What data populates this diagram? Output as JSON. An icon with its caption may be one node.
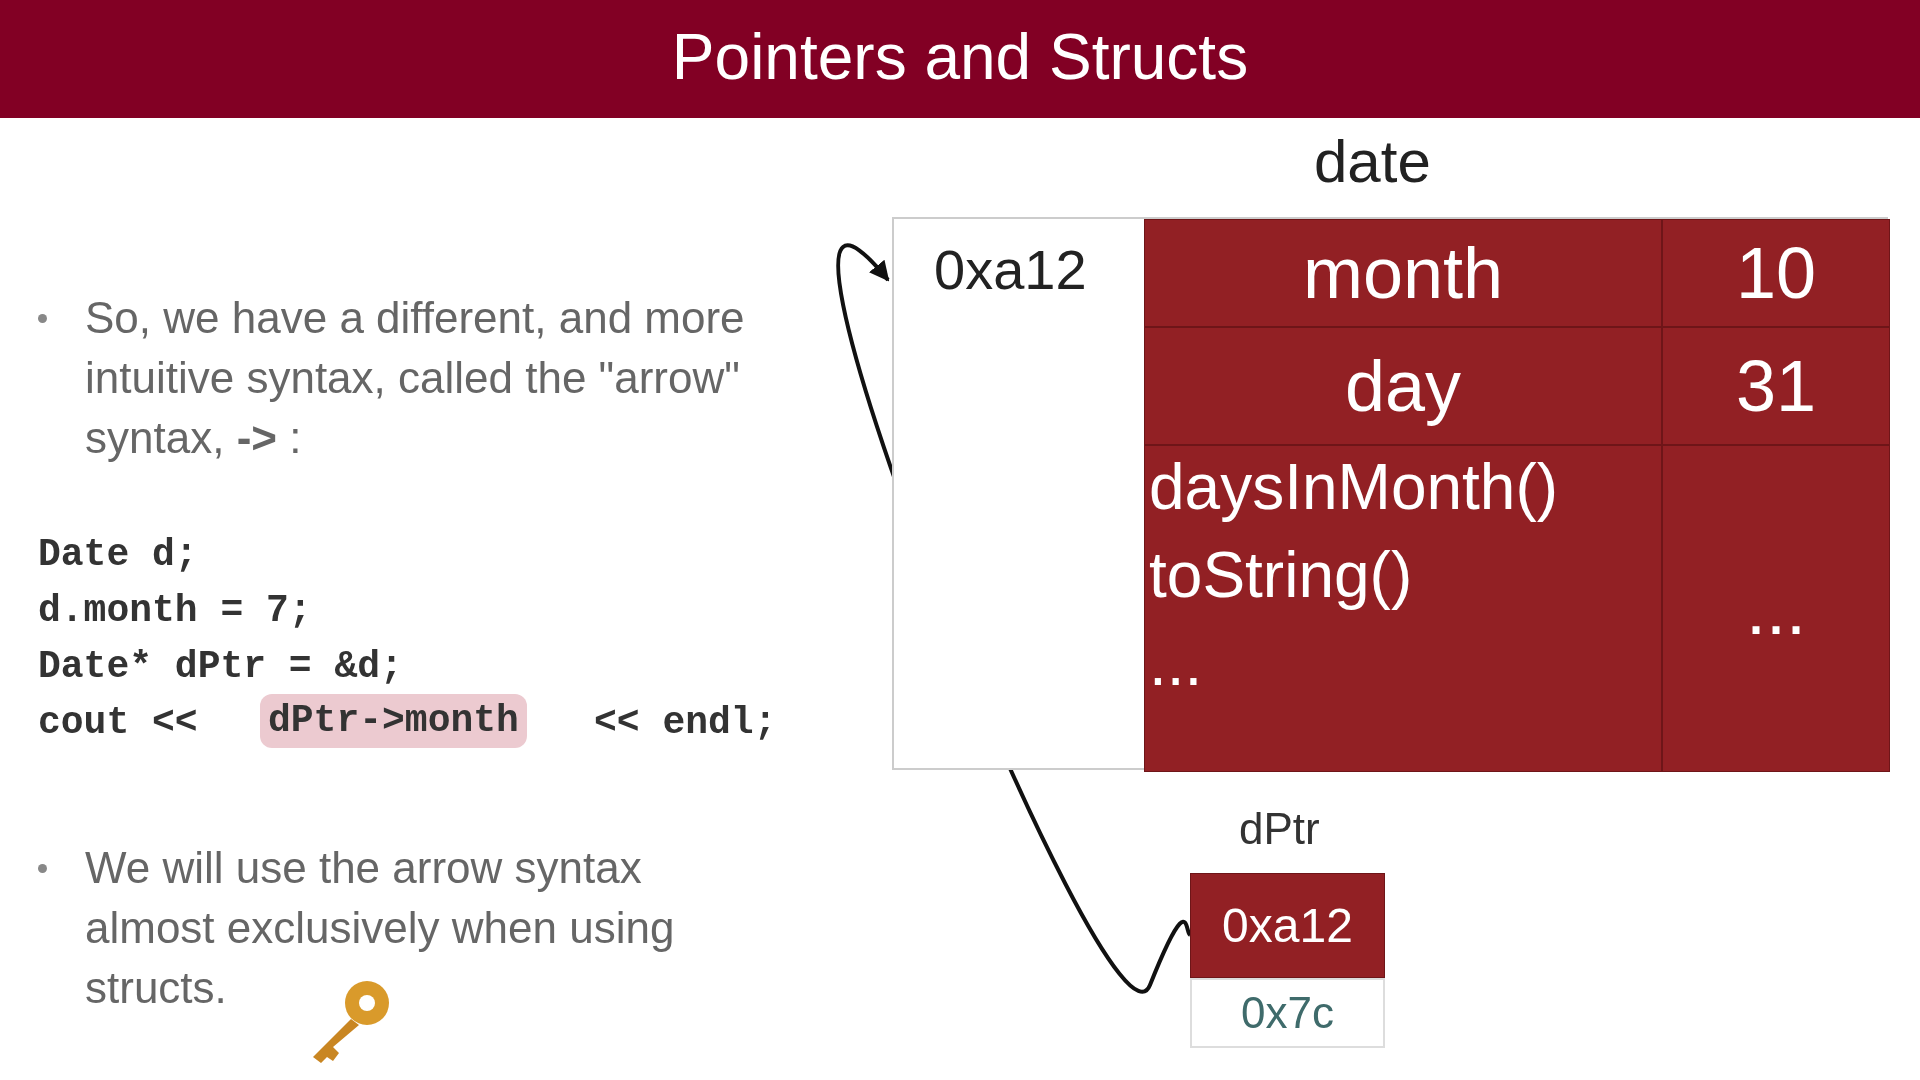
{
  "diagram": {
    "title": "Pointers and Structs",
    "nodes": [
      {
        "text": [
          "date",
          "0xa12"
        ]
      },
      {
        "text": [
          "month"
        ],
        "in": 0
      },
      {
        "text": [
          "10"
        ],
        "in": 0
      },
      {
        "text": [
          "day"
        ],
        "in": 0
      },
      {
        "text": [
          "31"
        ],
        "in": 0
      },
      {
        "text": [
          "daysInMonth()",
          "toString()",
          "..."
        ],
        "in": 0
      },
      {
        "text": [
          "..."
        ],
        "in": 0
      },
      {
        "text": [
          "dPtr",
          "0xa12"
        ]
      },
      {
        "text": [
          "0x7c"
        ]
      }
    ],
    "edges": [
      {
        "from": 7,
        "to": 0,
        "arrow": "to"
      }
    ],
    "labels": [
      "So, we have a different, and more intuitive syntax, called the \"arrow\" syntax, **->** :",
      "Date d;",
      "d.month = 7;",
      "Date* dPtr = &d;",
      "cout <<",
      "dPtr->month",
      "<< endl;",
      "We will use the arrow syntax almost exclusively when using structs."
    ]
  }
}
